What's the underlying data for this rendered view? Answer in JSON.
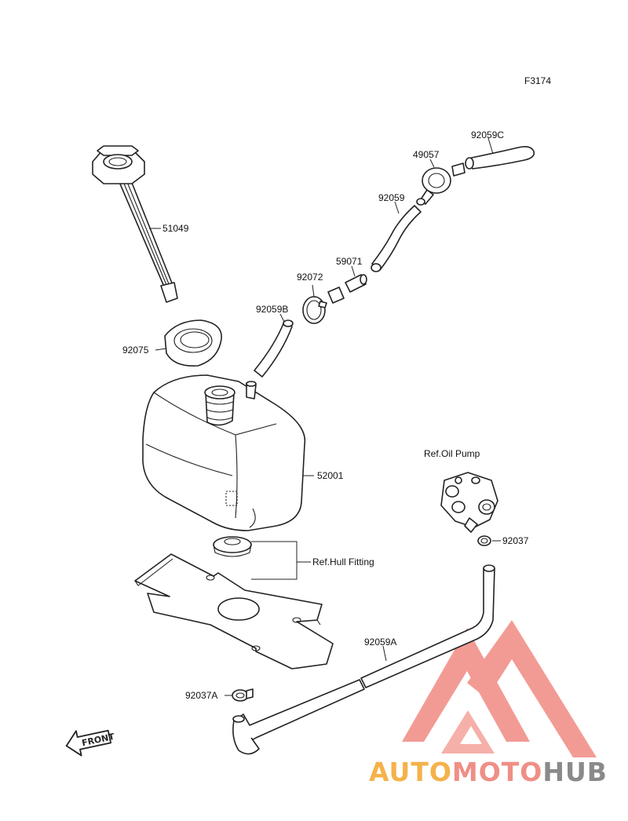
{
  "figure_code": "F3174",
  "callouts": {
    "p51049": "51049",
    "p92059C": "92059C",
    "p49057": "49057",
    "p92059": "92059",
    "p59071": "59071",
    "p92072": "92072",
    "p92059B": "92059B",
    "p92075": "92075",
    "p52001": "52001",
    "ref_oil_pump": "Ref.Oil Pump",
    "p92037": "92037",
    "ref_hull_fitting": "Ref.Hull Fitting",
    "p92059A": "92059A",
    "p92037A": "92037A"
  },
  "front_arrow_label": "FRONT",
  "watermark": {
    "part1": "AUTO",
    "part2": "MOTO",
    "part3": "HUB",
    "colors": {
      "part1": "#f5b24a",
      "part2": "#ef8f86",
      "part3": "#8a8a8a",
      "logo": "#f08a82"
    }
  }
}
